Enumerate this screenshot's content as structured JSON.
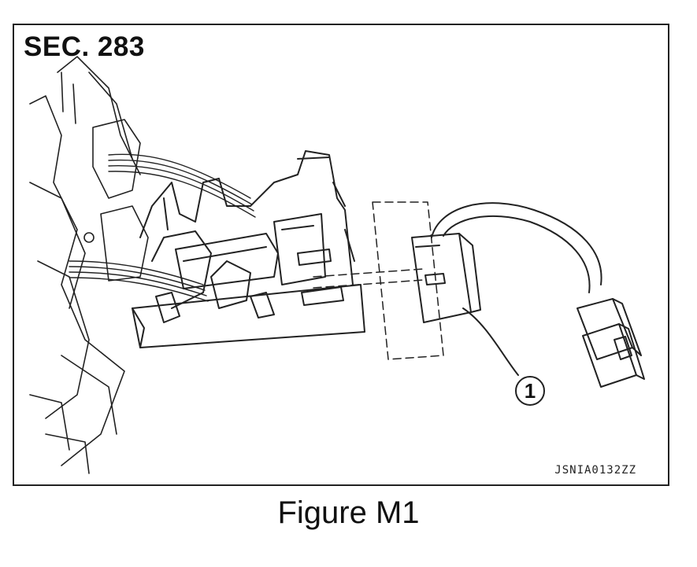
{
  "diagram": {
    "section_label": "SEC. 283",
    "callout_number": "1",
    "image_code": "JSNIA0132ZZ"
  },
  "caption": "Figure M1",
  "colors": {
    "line": "#222222",
    "background": "#ffffff"
  }
}
